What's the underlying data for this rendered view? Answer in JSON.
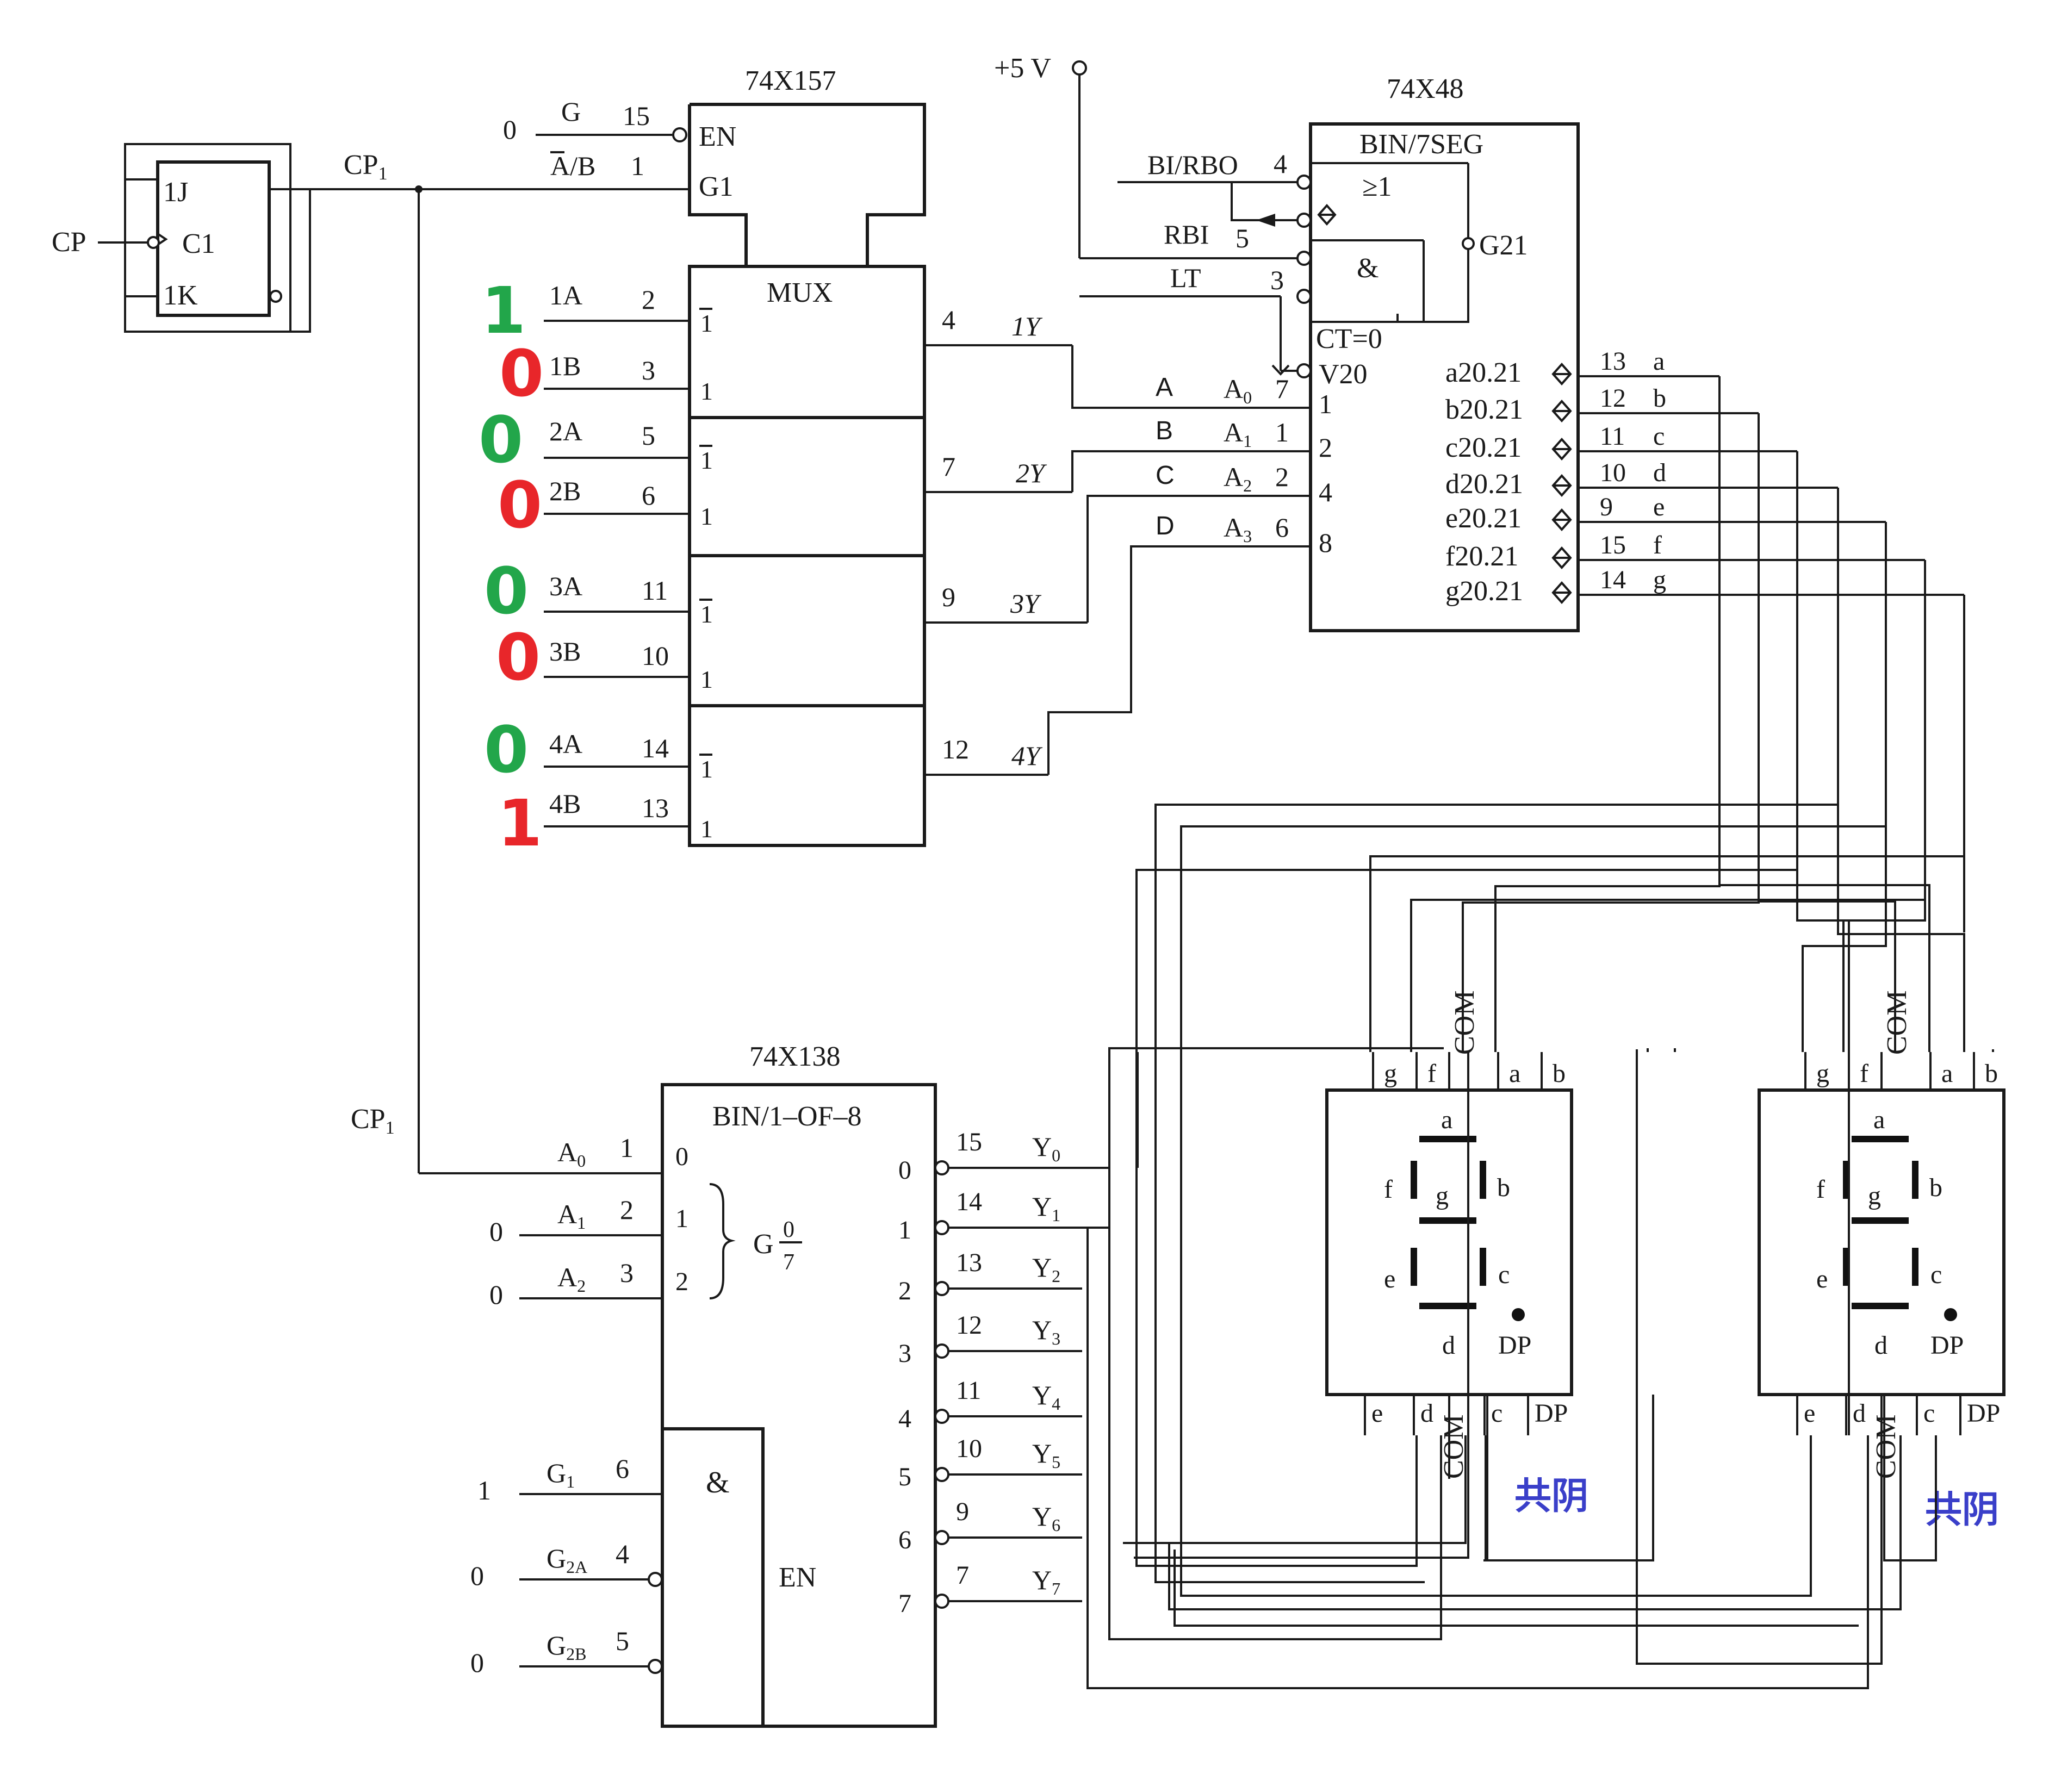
{
  "colors": {
    "line": "#1a1a1a",
    "green": "#22a64a",
    "red": "#e8262a",
    "blue": "#3a3fc9"
  },
  "ff": {
    "j": "1J",
    "c": "C1",
    "k": "1K",
    "cp": "CP",
    "cp1": "CP",
    "cp1_sub": "1"
  },
  "mux": {
    "name": "74X157",
    "en": "EN",
    "g1": "G1",
    "title": "MUX",
    "g_val": "0",
    "g_label": "G",
    "g_pin": "15",
    "ab_label": "A/B",
    "ab_pin": "1",
    "one": "1",
    "onebar": "1",
    "inputs": [
      {
        "label": "1A",
        "pin": "2",
        "bit": "1",
        "color": "green"
      },
      {
        "label": "1B",
        "pin": "3",
        "bit": "0",
        "color": "red"
      },
      {
        "label": "2A",
        "pin": "5",
        "bit": "0",
        "color": "green"
      },
      {
        "label": "2B",
        "pin": "6",
        "bit": "0",
        "color": "red"
      },
      {
        "label": "3A",
        "pin": "11",
        "bit": "0",
        "color": "green"
      },
      {
        "label": "3B",
        "pin": "10",
        "bit": "0",
        "color": "red"
      },
      {
        "label": "4A",
        "pin": "14",
        "bit": "0",
        "color": "green"
      },
      {
        "label": "4B",
        "pin": "13",
        "bit": "1",
        "color": "red"
      }
    ],
    "outputs": [
      {
        "pin": "4",
        "label": "1Y"
      },
      {
        "pin": "7",
        "label": "2Y"
      },
      {
        "pin": "9",
        "label": "3Y"
      },
      {
        "pin": "12",
        "label": "4Y"
      }
    ]
  },
  "dec": {
    "name": "74X48",
    "title": "BIN/7SEG",
    "vcc": "+5 V",
    "bi": "BI/RBO",
    "bi_pin": "4",
    "ge1": "≥1",
    "rbi": "RBI",
    "rbi_pin": "5",
    "lt": "LT",
    "lt_pin": "3",
    "and": "&",
    "g21": "G21",
    "ct": "CT=0",
    "v20": "V20",
    "inputs": [
      {
        "net": "A",
        "name": "A",
        "sub": "0",
        "pin": "7",
        "weight": "1"
      },
      {
        "net": "B",
        "name": "A",
        "sub": "1",
        "pin": "1",
        "weight": "2"
      },
      {
        "net": "C",
        "name": "A",
        "sub": "2",
        "pin": "2",
        "weight": "4"
      },
      {
        "net": "D",
        "name": "A",
        "sub": "3",
        "pin": "6",
        "weight": "8"
      }
    ],
    "outputs": [
      {
        "label": "a20.21",
        "pin": "13",
        "seg": "a"
      },
      {
        "label": "b20.21",
        "pin": "12",
        "seg": "b"
      },
      {
        "label": "c20.21",
        "pin": "11",
        "seg": "c"
      },
      {
        "label": "d20.21",
        "pin": "10",
        "seg": "d"
      },
      {
        "label": "e20.21",
        "pin": "9",
        "seg": "e"
      },
      {
        "label": "f20.21",
        "pin": "15",
        "seg": "f"
      },
      {
        "label": "g20.21",
        "pin": "14",
        "seg": "g"
      }
    ]
  },
  "sel": {
    "name": "74X138",
    "title": "BIN/1–OF–8",
    "en": "EN",
    "and": "&",
    "cp1": "CP",
    "cp1_sub": "1",
    "g": "G",
    "g_num": "0",
    "g_den": "7",
    "addr": [
      {
        "name": "A",
        "sub": "0",
        "pin": "1",
        "val": "",
        "idx": "0"
      },
      {
        "name": "A",
        "sub": "1",
        "pin": "2",
        "val": "0",
        "idx": "1"
      },
      {
        "name": "A",
        "sub": "2",
        "pin": "3",
        "val": "0",
        "idx": "2"
      }
    ],
    "enables": [
      {
        "name": "G",
        "sub": "1",
        "pin": "6",
        "val": "1"
      },
      {
        "name": "G",
        "sub": "2A",
        "pin": "4",
        "val": "0"
      },
      {
        "name": "G",
        "sub": "2B",
        "pin": "5",
        "val": "0"
      }
    ],
    "outputs": [
      {
        "idx": "0",
        "pin": "15",
        "name": "Y",
        "sub": "0"
      },
      {
        "idx": "1",
        "pin": "14",
        "name": "Y",
        "sub": "1"
      },
      {
        "idx": "2",
        "pin": "13",
        "name": "Y",
        "sub": "2"
      },
      {
        "idx": "3",
        "pin": "12",
        "name": "Y",
        "sub": "3"
      },
      {
        "idx": "4",
        "pin": "11",
        "name": "Y",
        "sub": "4"
      },
      {
        "idx": "5",
        "pin": "10",
        "name": "Y",
        "sub": "5"
      },
      {
        "idx": "6",
        "pin": "9",
        "name": "Y",
        "sub": "6"
      },
      {
        "idx": "7",
        "pin": "7",
        "name": "Y",
        "sub": "7"
      }
    ]
  },
  "display": {
    "com": "COM",
    "dp": "DP",
    "type": "共阴",
    "pins_top": [
      "g",
      "f",
      "a",
      "b"
    ],
    "pins_bottom": [
      "e",
      "d",
      "c",
      "DP"
    ],
    "seg_labels": [
      "a",
      "b",
      "c",
      "d",
      "e",
      "f",
      "g"
    ]
  }
}
